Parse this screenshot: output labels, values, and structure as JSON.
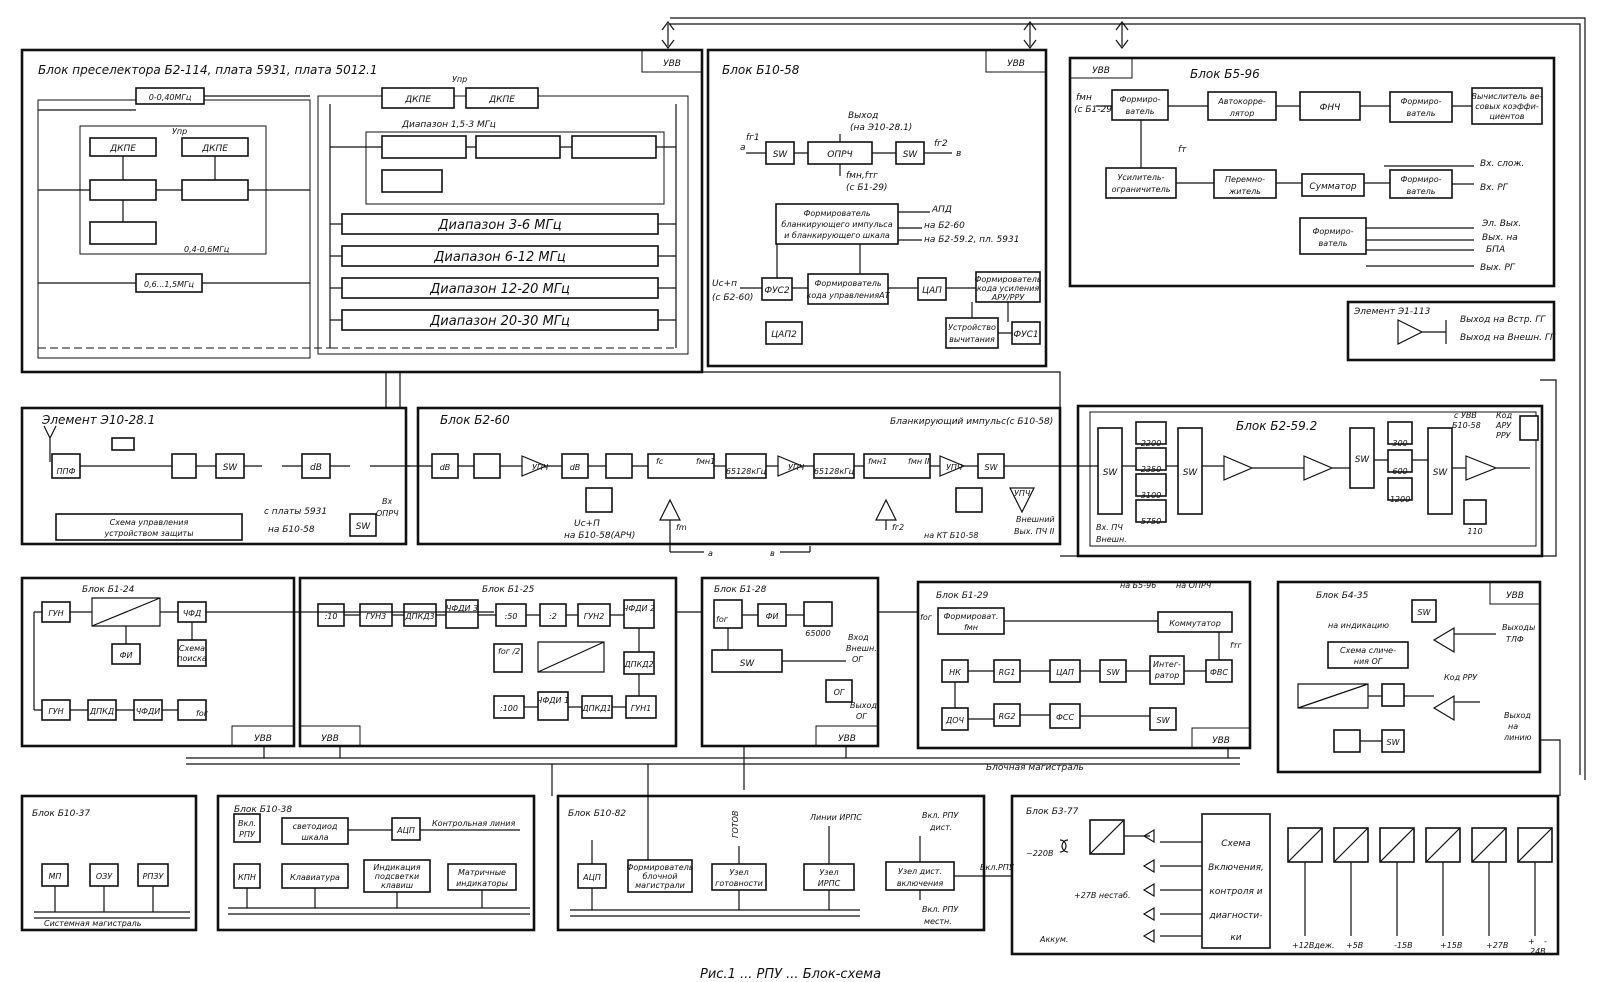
{
  "caption": "Рис.1 ... РПУ ... Блок-схема",
  "blocks": {
    "presel": {
      "title": "Блок преселектора Б2-114, плата 5931, плата 5012.1",
      "uvv": "УВВ",
      "f1": "0-0,40МГц",
      "dkpe": "ДКПЕ",
      "upr": "Упр",
      "f2": "0,4-0,6МГц",
      "f3": "0,6...1,5МГц",
      "d1": "Диапазон 1,5-3 МГц",
      "d2": "Диапазон 3-6 МГц",
      "d3": "Диапазон 6-12 МГц",
      "d4": "Диапазон 12-20 МГц",
      "d5": "Диапазон 20-30 МГц"
    },
    "b1058": {
      "title": "Блок Б10-58",
      "uvv": "УВВ",
      "sw": "SW",
      "oprch": "ОПРЧ",
      "fr1": "fг1",
      "fr2": "fг2",
      "a": "а",
      "v": "в",
      "vyhod": "Выход",
      "vyhod2": "(на Э10-28.1)",
      "fmn": "fмн,fтг",
      "fmn2": "(с Б1-29)",
      "former1": "Формирователь",
      "former2": "бланкирующего импульса",
      "former3": "и бланкирующего шкала",
      "apd": "АПД",
      "nab260": "на Б2-60",
      "nab259": "на Б2-59.2, пл. 5931",
      "ucp": "Uc+п",
      "ucp2": "(с Б2-60)",
      "fus2": "ФУС2",
      "fku1": "Формирователь",
      "fku2": "кода управленияАТ",
      "cap": "ЦАП",
      "fkus1": "Формирователь",
      "fkus2": "кода усиления",
      "fkus3": "АРУ/РРУ",
      "cap2": "ЦАП2",
      "ust1": "Устройство",
      "ust2": "вычитания",
      "fus1": "ФУС1"
    },
    "b596": {
      "title": "Блок Б5-96",
      "uvv": "УВВ",
      "fmn": "fмн",
      "fmn2": "(с Б1-29)",
      "form": "Формиро-",
      "form2": "ватель",
      "auto1": "Автокорре-",
      "auto2": "лятор",
      "fnch": "ФНЧ",
      "vych1": "Вычислитель ве-",
      "vych2": "совых коэффи-",
      "vych3": "циентов",
      "usil1": "Усилитель-",
      "usil2": "ограничитель",
      "ft": "fт",
      "per1": "Перемно-",
      "per2": "житель",
      "summ": "Сумматор",
      "vx_slozh": "Вх. слож.",
      "vx_rg": "Вх. РГ",
      "el_vyh": "Эл. Вых.",
      "vyh_na": "Вых. на",
      "bpa": "БПА",
      "vyh_rg": "Вых. РГ"
    },
    "e113": {
      "title": "Элемент Э1-113",
      "out1": "Выход на Встр. ГГ",
      "out2": "Выход на Внешн. ГГ"
    },
    "e1028": {
      "title": "Элемент Э10-28.1",
      "ppf": "ППФ",
      "sw": "SW",
      "db": "dB",
      "scheme1": "Схема управления",
      "scheme2": "устройством защиты",
      "s5931": "с платы 5931",
      "nab1058": "на Б10-58",
      "vx": "Вх",
      "oprch": "ОПРЧ"
    },
    "b260": {
      "title": "Блок Б2-60",
      "blank": "Бланкирующий импульс(с Б10-58)",
      "db": "dB",
      "upch": "УПЧ",
      "f1": "65128кГц",
      "f2": "65128кГц",
      "fc": "fс",
      "fmn1": "fмн1",
      "fmn2": "fмн1",
      "fmnII": "fмн II",
      "sw": "SW",
      "ucp": "Uc+П",
      "nab1058": "на Б10-58(АРЧ)",
      "fm": "fm",
      "fr2": "fг2",
      "nakt": "на КТ Б10-58",
      "upch2": "УПЧ",
      "vnesh1": "Внешний",
      "vnesh2": "Вых. ПЧ II",
      "a": "а",
      "v": "в"
    },
    "b2592": {
      "title": "Блок Б2-59.2",
      "suvv": "с УВВ",
      "b1058": "Б10-58",
      "kod1": "Код",
      "kod2": "АРУ",
      "kod3": "РРУ",
      "sw": "SW",
      "f2200": "2200",
      "f2350": "2350",
      "f3100": "3100",
      "f5750": "5750",
      "f300": "300",
      "f600": "600",
      "f1200": "1200",
      "f110": "110",
      "vxpch": "Вх. ПЧ",
      "vnesh": "Внешн."
    },
    "b124": {
      "title": "Блок Б1-24",
      "gun": "ГУН",
      "chfd": "ЧФД",
      "fi": "ФИ",
      "shema1": "Схема",
      "shema2": "поиска",
      "dpkd": "ДПКД",
      "chfdi": "ЧФДИ",
      "for": "fог",
      "uvv": "УВВ"
    },
    "b125": {
      "title": "Блок Б1-25",
      "uvv": "УВВ",
      "d10": ":10",
      "gun3": "ГУН3",
      "dpkd3": "ДПКД3",
      "chfdi3": "ЧФДИ 3",
      "d50": ":50",
      "d2": ":2",
      "gun2": "ГУН2",
      "chfdi2": "ЧФДИ 2",
      "for2": "fог /2",
      "dpkd2": "ДПКД2",
      "d100": ":100",
      "chfdi1": "ЧФДИ 1",
      "dpkd1": "ДПКД1",
      "gun1": "ГУН1"
    },
    "b128": {
      "title": "Блок Б1-28",
      "for": "fог",
      "fi": "ФИ",
      "f65000": "65000",
      "sw": "SW",
      "vhod1": "Вход",
      "vhod2": "Внешн.",
      "vhod3": "ОГ",
      "og": "ОГ",
      "vyhod1": "Выход",
      "vyhod2": "ОГ",
      "uvv": "УВВ"
    },
    "b129": {
      "title": "Блок Б1-29",
      "for": "fог",
      "form1": "Формироват.",
      "form2": "fмн",
      "kom": "Коммутатор",
      "nab596": "на Б5-96",
      "naoprch": "на ОПРЧ",
      "ftg": "fтг",
      "nk": "НК",
      "rg1": "RG1",
      "cap": "ЦАП",
      "sw": "SW",
      "int1": "Интег-",
      "int2": "ратор",
      "fvs": "ФВС",
      "doch": "ДОЧ",
      "rg2": "RG2",
      "fss": "ФСС",
      "uvv": "УВВ"
    },
    "b435": {
      "title": "Блок Б4-35",
      "uvv": "УВВ",
      "sw": "SW",
      "naind": "на индикацию",
      "sch1": "Схема сличе-",
      "sch2": "ния ОГ",
      "kodrru": "Код РРУ",
      "vyh1": "Выходы",
      "vyh2": "ТЛФ",
      "vyhl1": "Выход",
      "vyhl2": "на",
      "vyhl3": "линию"
    },
    "bus_label": "Блочная магистраль",
    "b1037": {
      "title": "Блок Б10-37",
      "mp": "МП",
      "ozu": "ОЗУ",
      "rpzu": "РПЗУ",
      "sys": "Системная магистраль"
    },
    "b1038": {
      "title": "Блок Б10-38",
      "vkl1": "Вкл.",
      "vkl2": "РПУ",
      "svet1": "светодиод",
      "svet2": "шкала",
      "acp": "АЦП",
      "kontr": "Контрольная линия",
      "kpn": "КПН",
      "klav": "Клавиатура",
      "ind1": "Индикация",
      "ind2": "подсветки",
      "ind3": "клавиш",
      "matr1": "Матричные",
      "matr2": "индикаторы"
    },
    "b1082": {
      "title": "Блок Б10-82",
      "acp": "АЦП",
      "form1": "Формирователь",
      "form2": "блочной",
      "form3": "магистрали",
      "gotov": "ГОТОВ",
      "uz1": "Узел",
      "uz2": "готовности",
      "linii": "Линии ИРПС",
      "uzir1": "Узел",
      "uzir2": "ИРПС",
      "vkl1": "Вкл. РПУ",
      "vkl2": "дист.",
      "uzd1": "Узел дист.",
      "uzd2": "включения",
      "vklm1": "Вкл. РПУ",
      "vklm2": "местн.",
      "vklrpu": "Вкл.РПУ"
    },
    "b377": {
      "title": "Блок Б3-77",
      "v220": "~220В",
      "shema1": "Схема",
      "shema2": "Включения,",
      "shema3": "контроля и",
      "shema4": "диагности-",
      "shema5": "ки",
      "p27": "+27В нестаб.",
      "akk": "Аккум.",
      "out1": "+12Вдеж.",
      "out2": "+5В",
      "out3": "-15В",
      "out4": "+15В",
      "out5": "+27В",
      "out6": "+",
      "out7": "-",
      "out8": "24В"
    }
  },
  "common": {
    "sw": "SW",
    "uvv": "УВВ"
  }
}
